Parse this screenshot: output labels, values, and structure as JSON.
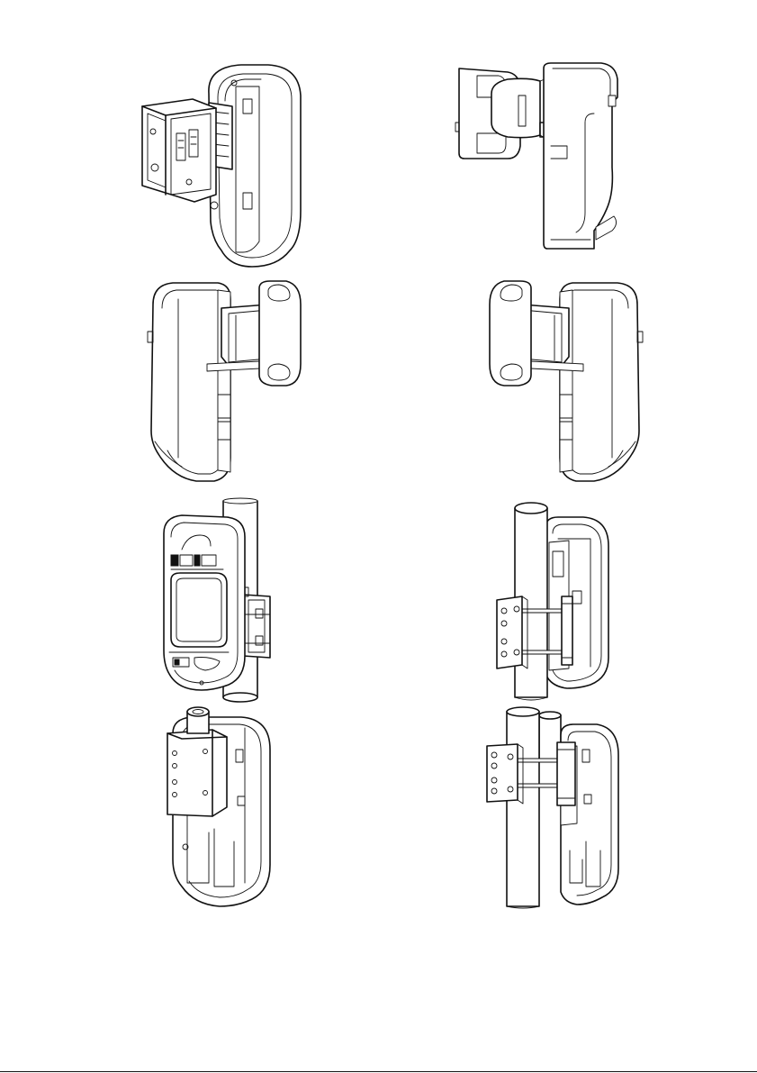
{
  "figures": [
    {
      "id": "junction-box-mount"
    },
    {
      "id": "side-wall-swivel"
    },
    {
      "id": "bracket-right"
    },
    {
      "id": "bracket-left"
    },
    {
      "id": "pole-front"
    },
    {
      "id": "pole-rear"
    },
    {
      "id": "pole-top-clamp"
    },
    {
      "id": "pole-side-clamp"
    }
  ]
}
